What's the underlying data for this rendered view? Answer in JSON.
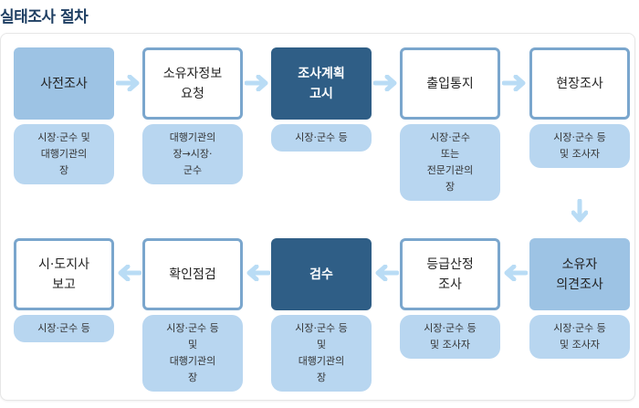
{
  "title": "실태조사 절차",
  "colors": {
    "light_box": "#9dc3e4",
    "white_box_border": "#7aa6cd",
    "dark_box": "#2f5e86",
    "sub_box": "#b8d6f0",
    "arrow": "#b9dcf5",
    "title": "#1f3f63"
  },
  "steps": [
    {
      "label": "사전조사",
      "style": "light",
      "actor": "시장·군수 및\n대행기관의\n장"
    },
    {
      "label": "소유자정보\n요청",
      "style": "white",
      "actor": "대행기관의\n장→시장·\n군수"
    },
    {
      "label": "조사계획\n고시",
      "style": "dark",
      "actor": "시장·군수 등"
    },
    {
      "label": "출입통지",
      "style": "white",
      "actor": "시장·군수\n또는\n전문기관의\n장"
    },
    {
      "label": "현장조사",
      "style": "white",
      "actor": "시장·군수 등\n및 조사자"
    },
    {
      "label": "소유자\n의견조사",
      "style": "light",
      "actor": "시장·군수 등\n및 조사자"
    },
    {
      "label": "등급산정\n조사",
      "style": "white",
      "actor": "시장·군수 등\n및 조사자"
    },
    {
      "label": "검수",
      "style": "dark",
      "actor": "시장·군수 등\n및\n대행기관의\n장"
    },
    {
      "label": "확인점검",
      "style": "white",
      "actor": "시장·군수 등\n및\n대행기관의\n장"
    },
    {
      "label": "시·도지사\n보고",
      "style": "white",
      "actor": "시장·군수 등"
    }
  ],
  "arrows": [
    {
      "icon": "arrow-right-icon",
      "from": 1,
      "to": 2
    },
    {
      "icon": "arrow-right-icon",
      "from": 2,
      "to": 3
    },
    {
      "icon": "arrow-right-icon",
      "from": 3,
      "to": 4
    },
    {
      "icon": "arrow-right-icon",
      "from": 4,
      "to": 5
    },
    {
      "icon": "arrow-down-icon",
      "from": 5,
      "to": 6
    },
    {
      "icon": "arrow-left-icon",
      "from": 6,
      "to": 7
    },
    {
      "icon": "arrow-left-icon",
      "from": 7,
      "to": 8
    },
    {
      "icon": "arrow-left-icon",
      "from": 8,
      "to": 9
    },
    {
      "icon": "arrow-left-icon",
      "from": 9,
      "to": 10
    }
  ]
}
